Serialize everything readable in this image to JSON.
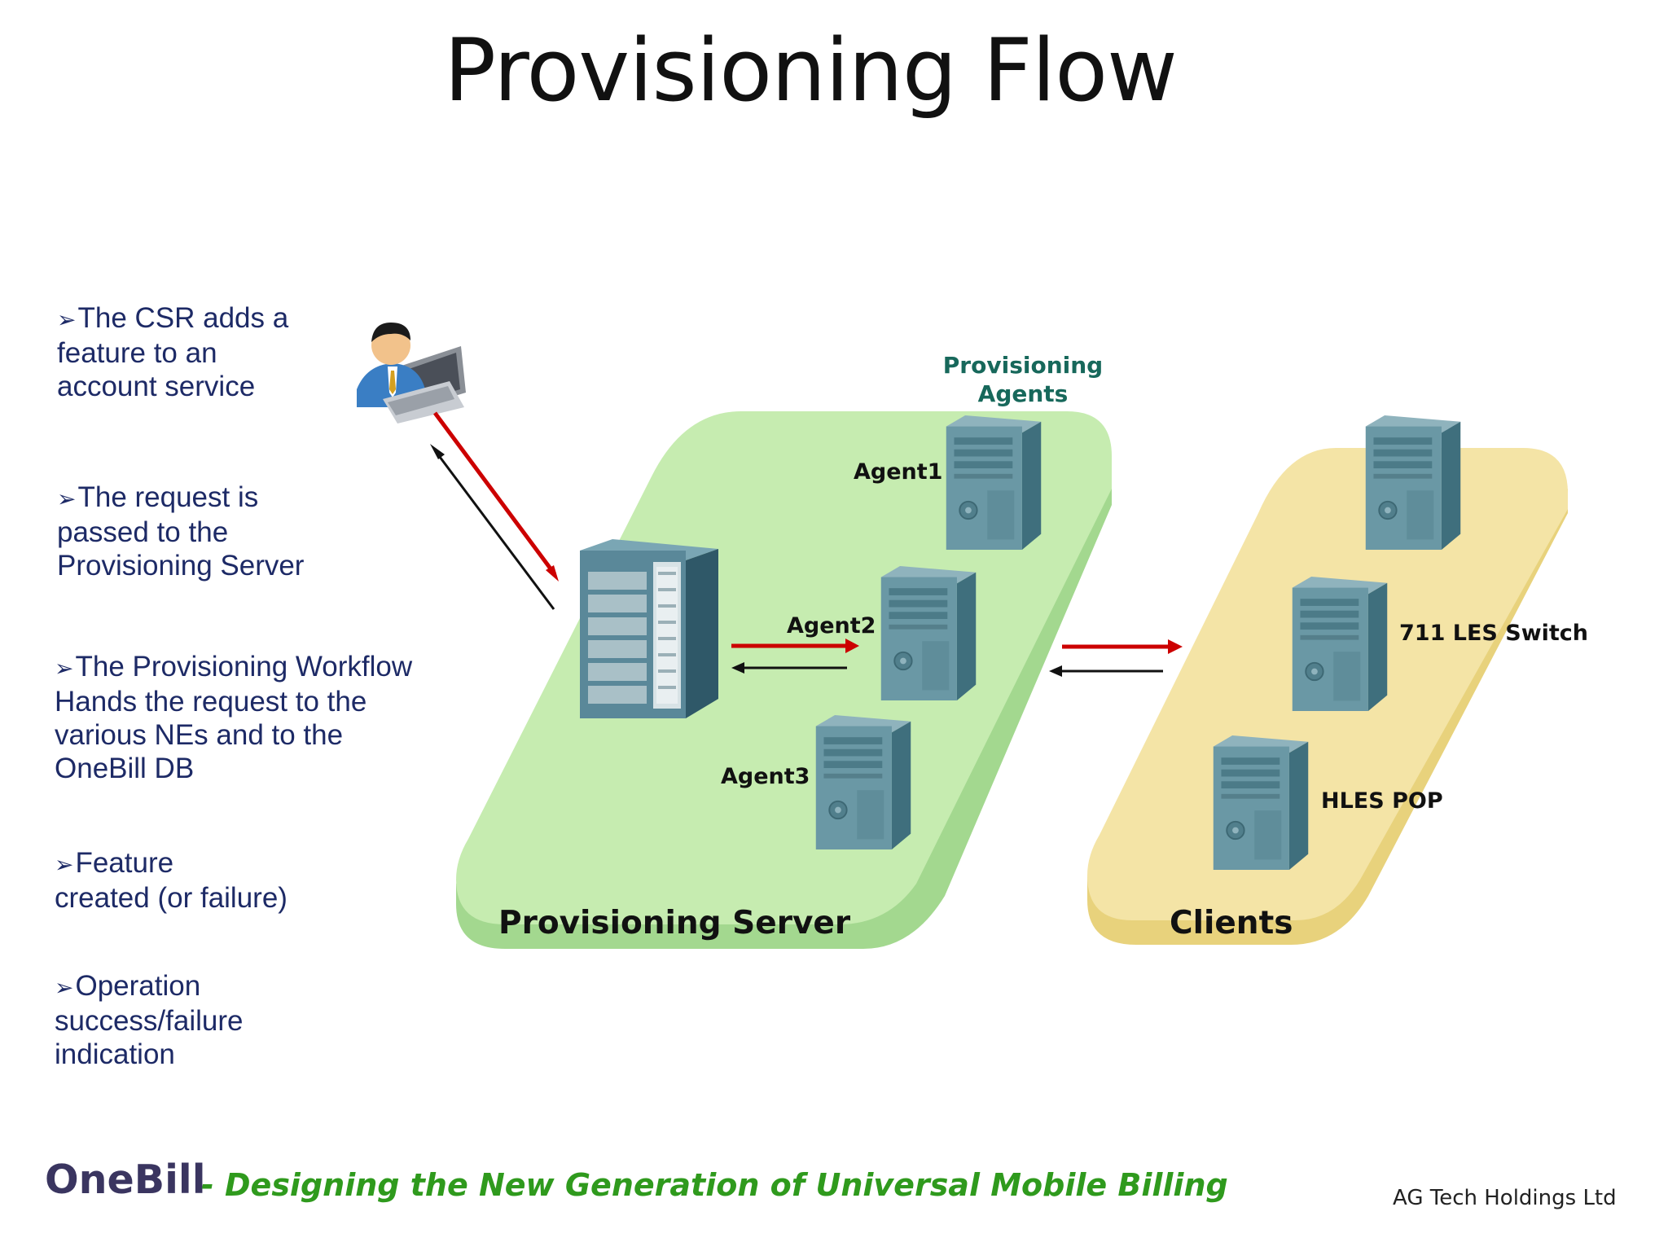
{
  "slide": {
    "title": "Provisioning Flow",
    "steps": [
      {
        "text": "The CSR adds a\nfeature to an\naccount service"
      },
      {
        "text": "The request is\npassed to the\nProvisioning Server"
      },
      {
        "text": "The Provisioning Workflow\nHands the request to the\nvarious NEs and to the\nOneBill DB"
      },
      {
        "text": "Feature\ncreated (or failure)"
      },
      {
        "text": "Operation\nsuccess/failure\nindication"
      }
    ],
    "bullet_glyph": "➢"
  },
  "diagram": {
    "agents_heading_line1": "Provisioning",
    "agents_heading_line2": "Agents",
    "agent1": "Agent1",
    "agent2": "Agent2",
    "agent3": "Agent3",
    "server_zone_label": "Provisioning Server",
    "clients_zone_label": "Clients",
    "client_switch": "711 LES Switch",
    "client_pop": "HLES POP"
  },
  "colors": {
    "server_zone": "#c6ecb0",
    "server_zone_edge": "#a3d88f",
    "clients_zone": "#f4e4a6",
    "clients_zone_edge": "#e8d27c",
    "request_arrow": "#cc0000",
    "response_arrow": "#111111",
    "agent_heading": "#17685b",
    "step_text": "#1d2a66",
    "brand": "#3a3560",
    "tagline": "#2f9a1d"
  },
  "icons": {
    "csr": "user-laptop-icon",
    "server": "rack-server-icon",
    "tower": "tower-server-icon"
  },
  "footer": {
    "brand": "OneBill",
    "tagline": "- Designing the New Generation of Universal Mobile Billing",
    "company": "AG Tech Holdings Ltd"
  }
}
